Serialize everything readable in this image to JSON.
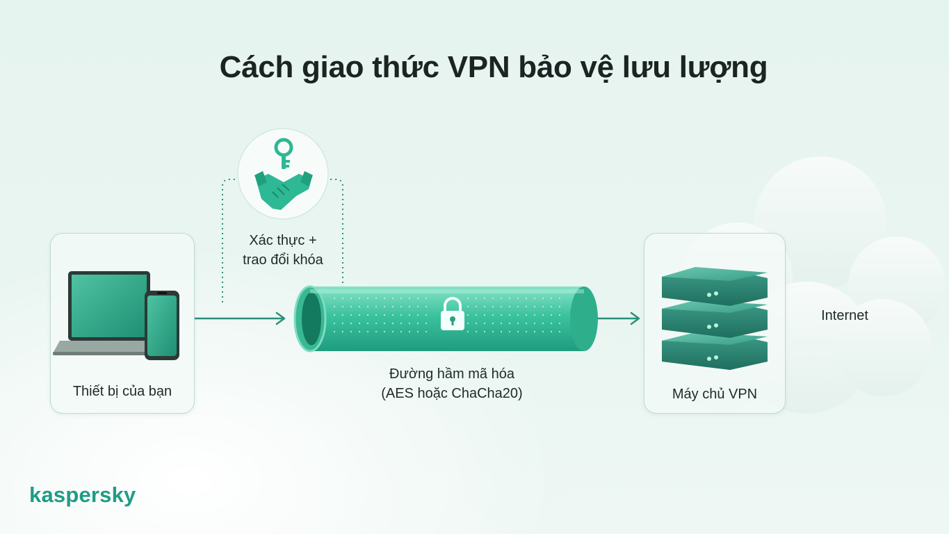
{
  "title": "Cách giao thức VPN bảo vệ lưu lượng",
  "nodes": {
    "device": {
      "label": "Thiết bị của bạn"
    },
    "handshake": {
      "line1": "Xác thực +",
      "line2": "trao đổi khóa"
    },
    "tunnel": {
      "line1": "Đường hầm mã hóa",
      "line2": "(AES hoặc ChaCha20)"
    },
    "server": {
      "label": "Máy chủ VPN"
    },
    "internet": {
      "label": "Internet"
    }
  },
  "logo": "kaspersky",
  "colors": {
    "accent": "#2eb894",
    "accent_dark": "#1f7f6d",
    "text": "#1b2422",
    "logo": "#1f9c85"
  },
  "icons": [
    "laptop-icon",
    "phone-icon",
    "key-icon",
    "handshake-icon",
    "lock-icon",
    "server-icon",
    "cloud-icon"
  ]
}
